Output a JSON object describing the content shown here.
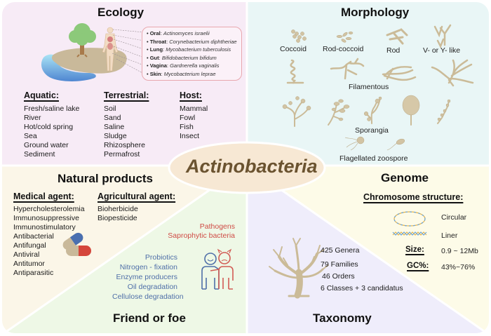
{
  "center": {
    "title": "Actinobacteria"
  },
  "colors": {
    "ecology_bg": "#f7ebf6",
    "morphology_bg": "#e9f6f6",
    "natural_products_bg": "#fbf6e8",
    "friend_foe_bg": "#eef8e6",
    "taxonomy_bg": "#efedfb",
    "genome_bg": "#fdfbe8",
    "center_fill": "#f7e8d4",
    "pathogen_text": "#cf4b45",
    "friend_text": "#4f6fa8",
    "microbe_tan": "#d2c4a4"
  },
  "ecology": {
    "title": "Ecology",
    "host_sites": [
      {
        "site": "Oral",
        "organism": "Actinomyces israelii"
      },
      {
        "site": "Throat",
        "organism": "Corynebacterium diphtheriae"
      },
      {
        "site": "Lung",
        "organism": "Mycobacterium tuberculosis"
      },
      {
        "site": "Gut",
        "organism": "Bifidobacterium bifidum"
      },
      {
        "site": "Vagina",
        "organism": "Gardnerella vaginalis"
      },
      {
        "site": "Skin",
        "organism": "Mycobacterium leprae"
      }
    ],
    "columns": [
      {
        "heading": "Aquatic:",
        "items": [
          "Fresh/saline lake",
          "River",
          "Hot/cold spring",
          "Sea",
          "Ground water",
          "Sediment"
        ]
      },
      {
        "heading": "Terrestrial:",
        "items": [
          "Soil",
          "Sand",
          "Saline",
          "Sludge",
          "Rhizosphere",
          "Permafrost"
        ]
      },
      {
        "heading": "Host:",
        "items": [
          "Mammal",
          "Fowl",
          "Fish",
          "Insect"
        ]
      }
    ]
  },
  "morphology": {
    "title": "Morphology",
    "row1_labels": [
      "Coccoid",
      "Rod-coccoid",
      "Rod",
      "V- or Y- like"
    ],
    "filamentous_label": "Filamentous",
    "sporangia_label": "Sporangia",
    "zoospore_label": "Flagellated zoospore"
  },
  "natural_products": {
    "title": "Natural products",
    "medical": {
      "heading": "Medical agent:",
      "items": [
        "Hypercholesterolemia",
        "Immunosuppressive",
        "Immunostimulatory",
        "Antibacterial",
        "Antifungal",
        "Antiviral",
        "Antitumor",
        "Antiparasitic"
      ]
    },
    "agricultural": {
      "heading": "Agricultural agent:",
      "items": [
        "Bioherbicide",
        "Biopesticide"
      ]
    }
  },
  "friend_or_foe": {
    "title": "Friend or foe",
    "foe": [
      "Pathogens",
      "Saprophytic bacteria"
    ],
    "friend": [
      "Probiotics",
      "Nitrogen - fixation",
      "Enzyme producers",
      "Oil degradation",
      "Cellulose degradation"
    ]
  },
  "taxonomy": {
    "title": "Taxonomy",
    "items": [
      "425 Genera",
      "79 Families",
      "46 Orders",
      "6 Classes + 3 candidatus"
    ]
  },
  "genome": {
    "title": "Genome",
    "chromosome_heading": "Chromosome structure:",
    "circular_label": "Circular",
    "linear_label": "Liner",
    "size_label": "Size:",
    "size_value": "0.9 ~ 12Mb",
    "gc_label": "GC%:",
    "gc_value": "43%~76%"
  }
}
